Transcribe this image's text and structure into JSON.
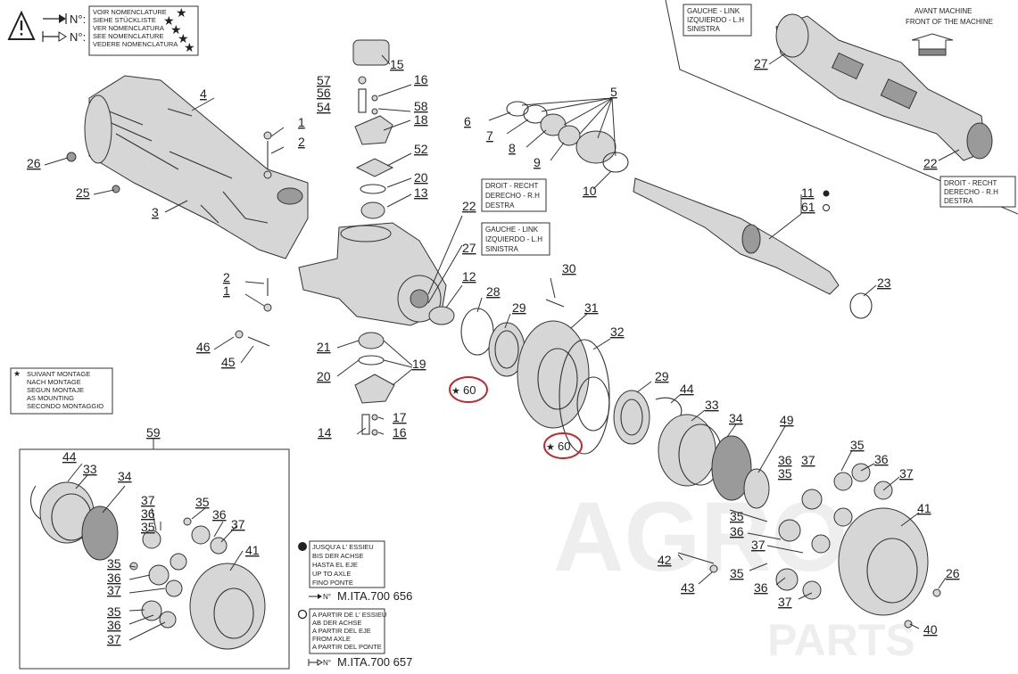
{
  "header": {
    "lines": [
      "VOIR NOMENCLATURE",
      "SIEHE STÜCKLISTE",
      "VER NOMENCLATURA",
      "SEE NOMENCLATURE",
      "VEDERE NOMENCLATURA"
    ],
    "arrow_label_1": "N°:",
    "arrow_label_2": "N°:"
  },
  "legend_star": {
    "lines": [
      "SUIVANT MONTAGE",
      "NACH MONTAGE",
      "SEGUN MONTAJE",
      "AS MOUNTING",
      "SECONDO MONTAGGIO"
    ]
  },
  "inset": {
    "lines": [
      "AVANT MACHINE",
      "FRONT OF THE MACHINE"
    ],
    "left_box": [
      "GAUCHE - LINK",
      "IZQUIERDO - L.H",
      "SINISTRA"
    ],
    "right_box": [
      "DROIT - RECHT",
      "DERECHO - R.H",
      "DESTRA"
    ],
    "callouts": [
      "27",
      "22"
    ]
  },
  "center_boxes": {
    "right_side": [
      "DROIT - RECHT",
      "DERECHO - R.H",
      "DESTRA"
    ],
    "left_side": [
      "GAUCHE - LINK",
      "IZQUIERDO - L.H",
      "SINISTRA"
    ]
  },
  "serial_up_to": {
    "lines": [
      "JUSQU'A L' ESSIEU",
      "BIS DER ACHSE",
      "HASTA EL EJE",
      "UP TO AXLE",
      "FINO PONTE"
    ],
    "ref": "M.ITA.700 656",
    "ref_prefix": "N°"
  },
  "serial_from": {
    "lines": [
      "A PARTIR DE L' ESSIEU",
      "AB DER ACHSE",
      "A PARTIR DEL EJE",
      "FROM AXLE",
      "A PARTIR DEL PONTE"
    ],
    "ref": "M.ITA.700 657",
    "ref_prefix": "N°"
  },
  "detail_box": {
    "label": "59"
  },
  "highlight": {
    "color": "#c1272d",
    "label": "60"
  },
  "watermark": {
    "line1": "AGRO",
    "line2": "PARTS"
  }
}
